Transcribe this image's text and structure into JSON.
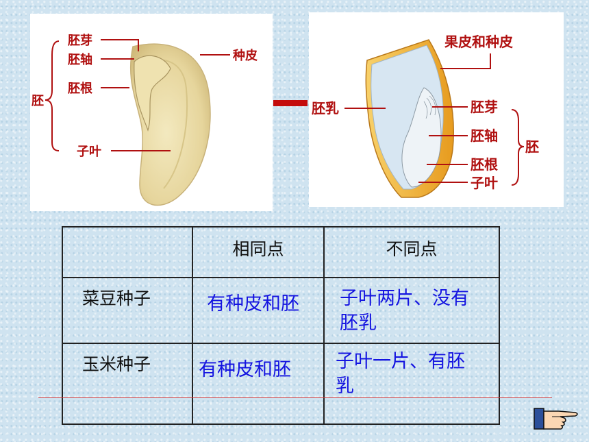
{
  "left_diagram": {
    "labels": {
      "embryo_bud": "胚芽",
      "embryo_axis": "胚轴",
      "embryo_root": "胚根",
      "cotyledon": "子叶",
      "seed_coat": "种皮",
      "embryo": "胚"
    }
  },
  "right_diagram": {
    "labels": {
      "pericarp_and_seed_coat": "果皮和种皮",
      "endosperm": "胚乳",
      "embryo_bud": "胚芽",
      "embryo_axis": "胚轴",
      "embryo_root": "胚根",
      "cotyledon": "子叶",
      "embryo": "胚"
    }
  },
  "table": {
    "headers": [
      "",
      "相同点",
      "不同点"
    ],
    "rows": [
      {
        "label": "菜豆种子",
        "same": "有种皮和胚",
        "diff": "子叶两片、没有胚乳"
      },
      {
        "label": "玉米种子",
        "same": "有种皮和胚",
        "diff": "子叶一片、有胚乳"
      }
    ]
  },
  "colors": {
    "label_red": "#b01010",
    "answer_blue": "#1414e0",
    "bean_seed": "#e6d8a2",
    "corn_seed": "#f1b330"
  },
  "icons": {
    "next": "pointing-hand-icon"
  }
}
